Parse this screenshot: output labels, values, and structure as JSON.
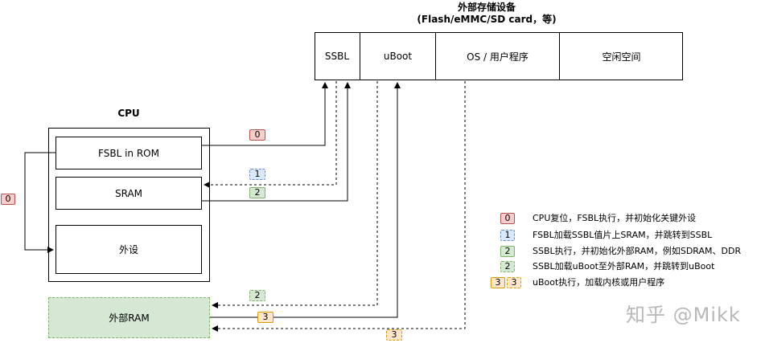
{
  "storage": {
    "title_line1": "外部存储设备",
    "title_line2": "(Flash/eMMC/SD card，等)",
    "cells": [
      "SSBL",
      "uBoot",
      "OS / 用户程序",
      "空闲空间"
    ]
  },
  "cpu": {
    "title": "CPU",
    "fsbl": "FSBL in ROM",
    "sram": "SRAM",
    "peripheral": "外设"
  },
  "external_ram": "外部RAM",
  "badges": {
    "b0_left": "0",
    "b0_top": "0",
    "b1": "1",
    "b2_sram": "2",
    "b2_ram": "2",
    "b3_ram": "3",
    "b3_bottom": "3"
  },
  "legend": [
    {
      "badges": [
        "0"
      ],
      "style": "red",
      "text": "CPU复位，FSBL执行，并初始化关键外设"
    },
    {
      "badges": [
        "1"
      ],
      "style": "blue",
      "text": "FSBL加载SSBL值片上SRAM，并跳转到SSBL"
    },
    {
      "badges": [
        "2"
      ],
      "style": "green",
      "text": "SSBL执行，并初始化外部RAM，例如SDRAM、DDR"
    },
    {
      "badges": [
        "2"
      ],
      "style": "green-dashed",
      "text": "SSBL加载uBoot至外部RAM，并跳转到uBoot"
    },
    {
      "badges": [
        "3",
        "3"
      ],
      "style": "orange",
      "text": "uBoot执行，加载内核或用户程序"
    }
  ],
  "watermark": "知乎 @Mikk",
  "colors": {
    "red_fill": "#f8cecc",
    "red_stroke": "#b85450",
    "blue_fill": "#dae8fc",
    "blue_stroke": "#6c8ebf",
    "green_fill": "#d5e8d4",
    "green_stroke": "#82b366",
    "orange_fill": "#ffe6cc",
    "orange_stroke": "#d79b00"
  }
}
